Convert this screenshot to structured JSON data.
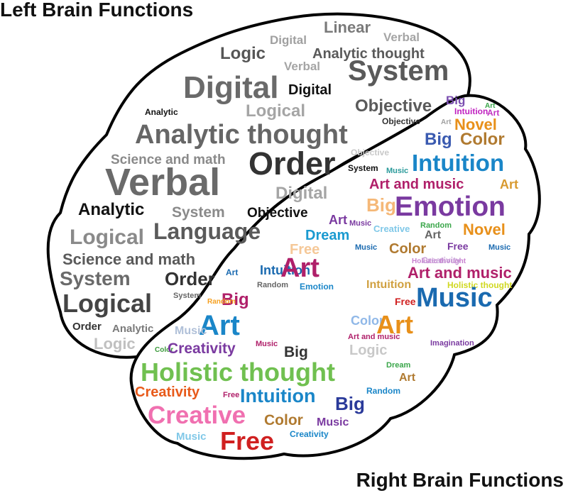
{
  "titles": {
    "left": "Left Brain Functions",
    "right": "Right Brain Functions"
  },
  "left_words": [
    {
      "text": "Digital",
      "color": "#a0a0a0"
    },
    {
      "text": "Linear",
      "color": "#7a7a7a"
    },
    {
      "text": "Verbal",
      "color": "#a5a5a5"
    },
    {
      "text": "Logic",
      "color": "#555555"
    },
    {
      "text": "Analytic thought",
      "color": "#5a5a5a"
    },
    {
      "text": "Verbal",
      "color": "#a5a5a5"
    },
    {
      "text": "System",
      "color": "#5a5a5a"
    },
    {
      "text": "Digital",
      "color": "#6a6a6a"
    },
    {
      "text": "Digital",
      "color": "#111111"
    },
    {
      "text": "Objective",
      "color": "#5a5a5a"
    },
    {
      "text": "Objective",
      "color": "#333333"
    },
    {
      "text": "Logical",
      "color": "#a5a5a5"
    },
    {
      "text": "Analytic",
      "color": "#111111"
    },
    {
      "text": "Analytic thought",
      "color": "#666666"
    },
    {
      "text": "Objective",
      "color": "#c8c8c8"
    },
    {
      "text": "Science and math",
      "color": "#8a8a8a"
    },
    {
      "text": "Order",
      "color": "#333333"
    },
    {
      "text": "System",
      "color": "#111111"
    },
    {
      "text": "Verbal",
      "color": "#6a6a6a"
    },
    {
      "text": "Digital",
      "color": "#a5a5a5"
    },
    {
      "text": "Analytic",
      "color": "#111111"
    },
    {
      "text": "System",
      "color": "#8a8a8a"
    },
    {
      "text": "Objective",
      "color": "#111111"
    },
    {
      "text": "Logical",
      "color": "#8a8a8a"
    },
    {
      "text": "Language",
      "color": "#5a5a5a"
    },
    {
      "text": "Science and math",
      "color": "#5a5a5a"
    },
    {
      "text": "System",
      "color": "#6a6a6a"
    },
    {
      "text": "Order",
      "color": "#333333"
    },
    {
      "text": "System",
      "color": "#666666"
    },
    {
      "text": "Logical",
      "color": "#444444"
    },
    {
      "text": "Order",
      "color": "#333333"
    },
    {
      "text": "Analytic",
      "color": "#7a7a7a"
    },
    {
      "text": "Logic",
      "color": "#c0c0c0"
    }
  ],
  "right_words": [
    {
      "text": "Big",
      "color": "#7b4fb0"
    },
    {
      "text": "Art",
      "color": "#3aa64a"
    },
    {
      "text": "Art",
      "color": "#a0a0a0"
    },
    {
      "text": "Intuition",
      "color": "#c020c0"
    },
    {
      "text": "Art",
      "color": "#c030c0"
    },
    {
      "text": "Novel",
      "color": "#e8901a"
    },
    {
      "text": "Big",
      "color": "#3a5ab0"
    },
    {
      "text": "Color",
      "color": "#b07a30"
    },
    {
      "text": "Music",
      "color": "#2a9a9a"
    },
    {
      "text": "Intuition",
      "color": "#1a86c8"
    },
    {
      "text": "Art and music",
      "color": "#b0206a"
    },
    {
      "text": "Art",
      "color": "#d89a30"
    },
    {
      "text": "Big",
      "color": "#f5b878"
    },
    {
      "text": "Emotion",
      "color": "#7a3aa0"
    },
    {
      "text": "Art",
      "color": "#7a3aa0"
    },
    {
      "text": "Music",
      "color": "#7a3aa0"
    },
    {
      "text": "Creative",
      "color": "#80c8e8"
    },
    {
      "text": "Random",
      "color": "#3aa64a"
    },
    {
      "text": "Novel",
      "color": "#e8901a"
    },
    {
      "text": "Dream",
      "color": "#1a9ad0"
    },
    {
      "text": "Music",
      "color": "#1a6ab0"
    },
    {
      "text": "Art",
      "color": "#666666"
    },
    {
      "text": "Free",
      "color": "#f5c898"
    },
    {
      "text": "Color",
      "color": "#b07a30"
    },
    {
      "text": "Free",
      "color": "#7a3aa0"
    },
    {
      "text": "Music",
      "color": "#1a6ab0"
    },
    {
      "text": "Art",
      "color": "#1a6ab0"
    },
    {
      "text": "Intuition",
      "color": "#1a6ab0"
    },
    {
      "text": "Art",
      "color": "#b0206a"
    },
    {
      "text": "Holistic thought",
      "color": "#c880d0"
    },
    {
      "text": "Creativity",
      "color": "#c8a0d8"
    },
    {
      "text": "Art and music",
      "color": "#b0206a"
    },
    {
      "text": "Random",
      "color": "#666666"
    },
    {
      "text": "Emotion",
      "color": "#1a86c8"
    },
    {
      "text": "Intuition",
      "color": "#d0a040"
    },
    {
      "text": "Holistic thought",
      "color": "#d0d820"
    },
    {
      "text": "Big",
      "color": "#b0206a"
    },
    {
      "text": "Free",
      "color": "#d02020"
    },
    {
      "text": "Music",
      "color": "#1a6ab0"
    },
    {
      "text": "Random",
      "color": "#f5a020"
    },
    {
      "text": "Art",
      "color": "#1a86c8"
    },
    {
      "text": "Color",
      "color": "#90b8e8"
    },
    {
      "text": "Art",
      "color": "#e8901a"
    },
    {
      "text": "Music",
      "color": "#b0c0d8"
    },
    {
      "text": "Art and music",
      "color": "#b0206a"
    },
    {
      "text": "Music",
      "color": "#b0206a"
    },
    {
      "text": "Imagination",
      "color": "#7a3aa0"
    },
    {
      "text": "Color",
      "color": "#3a9a3a"
    },
    {
      "text": "Creativity",
      "color": "#7a3aa0"
    },
    {
      "text": "Big",
      "color": "#333333"
    },
    {
      "text": "Logic",
      "color": "#c8c8c8"
    },
    {
      "text": "Holistic thought",
      "color": "#70c050"
    },
    {
      "text": "Dream",
      "color": "#3aa64a"
    },
    {
      "text": "Art",
      "color": "#b07a30"
    },
    {
      "text": "Random",
      "color": "#1a86c8"
    },
    {
      "text": "Creativity",
      "color": "#e85a1a"
    },
    {
      "text": "Free",
      "color": "#b0206a"
    },
    {
      "text": "Intuition",
      "color": "#1a86c8"
    },
    {
      "text": "Big",
      "color": "#2a3a9a"
    },
    {
      "text": "Creative",
      "color": "#f070b0"
    },
    {
      "text": "Color",
      "color": "#b07a30"
    },
    {
      "text": "Music",
      "color": "#7a3aa0"
    },
    {
      "text": "Music",
      "color": "#80c8e8"
    },
    {
      "text": "Free",
      "color": "#d02020"
    },
    {
      "text": "Creativity",
      "color": "#1a86c8"
    }
  ]
}
